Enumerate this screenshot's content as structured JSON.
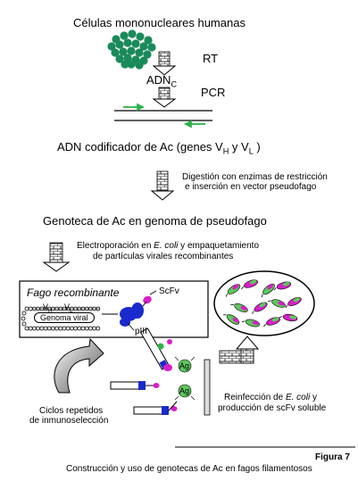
{
  "labels": {
    "cells": "Células mononucleares humanas",
    "rt": "RT",
    "adn": "ADN",
    "adn_sub": "C",
    "pcr": "PCR",
    "coding_main": "ADN codificador de Ac (genes V",
    "coding_h_sub": "H",
    "coding_and": " y  V",
    "coding_l_sub": "L",
    "coding_close": " )",
    "digestion_line1": "Digestión con enzimas de restricción",
    "digestion_line2": "e inserción en vector pseudofago",
    "library": "Genoteca de Ac en genoma de pseudofago",
    "electro_pre": "Electroporación en ",
    "electro_italic": "E. coli",
    "electro_post": " y empaquetamiento",
    "electro_line2": "de partículas virales recombinantes",
    "phage_title": "Fago recombinante",
    "scfv": "ScFv",
    "vh": "V",
    "vh_sub": "H",
    "vl": "V",
    "vl_sub": "L",
    "viral_genome": "Genoma viral",
    "piii": "pIII",
    "ag": "Ag",
    "cycles_line1": "Ciclos repetidos",
    "cycles_line2": "de inmunoselección",
    "reinfection_pre": "Reinfección de ",
    "reinfection_italic": "E. coli",
    "reinfection_post": " y",
    "reinfection_line2": "producción de scFv soluble",
    "figure_label": "Figura 7",
    "figure_caption": "Construcción y uso de genotecas de Ac en fagos filamentosos"
  },
  "colors": {
    "cell_green": "#1a8a5a",
    "primer_green": "#2db34a",
    "scfv_magenta": "#d81ec8",
    "domain_blue": "#1a2acc",
    "bubble_green": "#5cc85c"
  }
}
